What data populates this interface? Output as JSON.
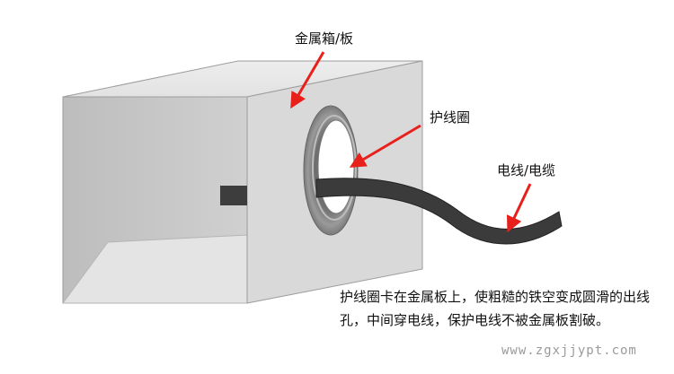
{
  "labels": {
    "box": "金属箱/板",
    "grommet": "护线圈",
    "wire": "电线/电缆"
  },
  "caption": "护线圈卡在金属板上，使粗糙的铁空变成圆滑的出线孔，中间穿电线，保护电线不被金属板割破。",
  "watermark": "www.zgxjjypt.com",
  "colors": {
    "arrow": "#e8201c",
    "box_front": "#d8d8d8",
    "box_side": "#c6c6c6",
    "cable": "#3b3b3b",
    "grommet": "#8a8a8a"
  }
}
